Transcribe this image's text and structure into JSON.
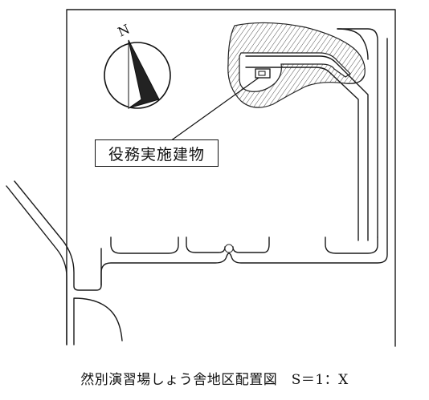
{
  "map": {
    "north_label": "N",
    "facility_label": "役務実施建物",
    "caption": "然別演習場しょう舎地区配置図　S＝1：X",
    "colors": {
      "line": "#1a1a1a",
      "hatch": "#555555",
      "background": "#ffffff"
    }
  }
}
